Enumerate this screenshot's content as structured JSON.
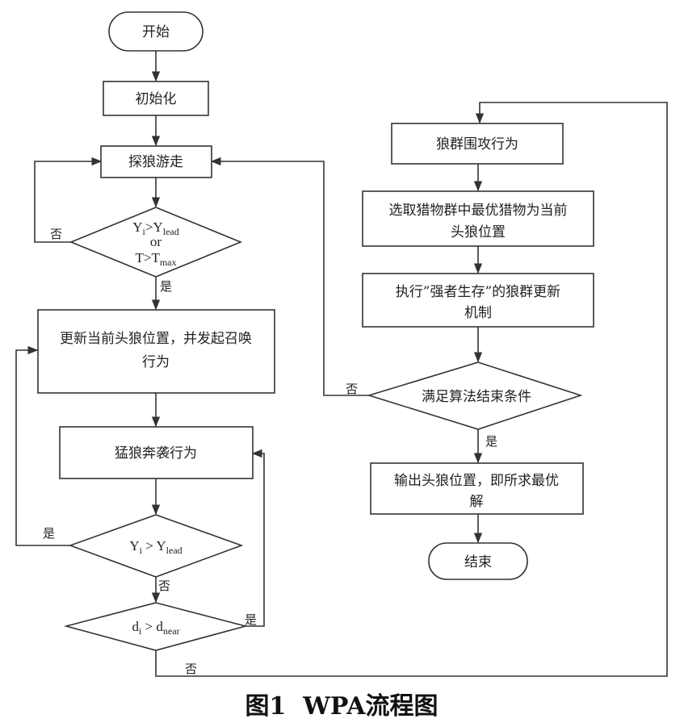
{
  "diagram": {
    "nodes": {
      "start": "开始",
      "init": "初始化",
      "scout": "探狼游走",
      "cond1": {
        "line1_main": "Y",
        "line1_sub": "i",
        "line1_op": ">Y",
        "line1_sub2": "lead",
        "line2": "or",
        "line3_main": "T>T",
        "line3_sub": "max"
      },
      "update": {
        "line1": "更新当前头狼位置，并发起召唤",
        "line2": "行为"
      },
      "raid": "猛狼奔袭行为",
      "cond2": {
        "main": "Y",
        "sub": "i",
        "op": " > Y",
        "sub2": "lead"
      },
      "cond3": {
        "main": "d",
        "sub": "i",
        "op": " > d",
        "sub2": "near"
      },
      "siege": "狼群围攻行为",
      "select": {
        "line1": "选取猎物群中最优猎物为当前",
        "line2": "头狼位置"
      },
      "renew": {
        "line1": "执行”强者生存”的狼群更新",
        "line2": "机制"
      },
      "cond4": "满足算法结束条件",
      "output": {
        "line1": "输出头狼位置，即所求最优",
        "line2": "解"
      },
      "end": "结束"
    },
    "edge_labels": {
      "cond1_no": "否",
      "cond1_yes": "是",
      "cond2_yes": "是",
      "cond2_no": "否",
      "cond3_yes": "是",
      "cond3_no": "否",
      "cond4_no": "否",
      "cond4_yes": "是"
    },
    "caption": "图1  WPA流程图"
  }
}
